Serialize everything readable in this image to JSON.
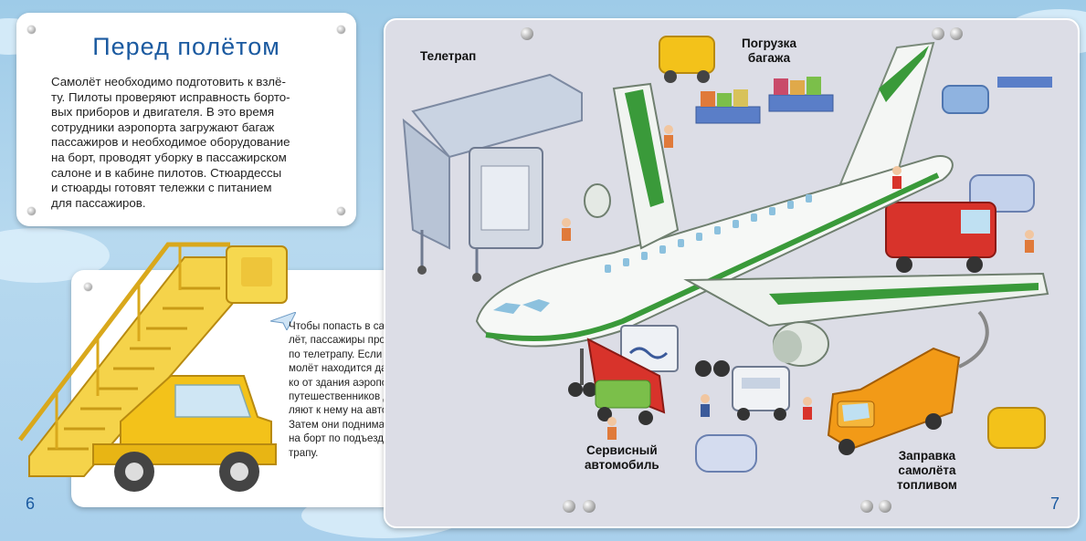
{
  "intro": {
    "title": "Перед полётом",
    "lines": [
      "Самолёт необходимо подготовить к взлё-",
      "ту. Пилоты проверяют исправность борто-",
      "вых приборов и двигателя. В это время",
      "сотрудники аэропорта загружают багаж",
      "пассажиров и необходимое оборудование",
      "на борт, проводят уборку в пассажирском",
      "салоне и в кабине пилотов. Стюардессы",
      "и стюарды готовят тележки с питанием",
      "для пассажиров."
    ]
  },
  "info": {
    "lines": [
      "Чтобы попасть в само-",
      "лёт, пассажиры проходят",
      "по телетрапу. Если са-",
      "молёт находится дале-",
      "ко от здания аэропорта,",
      "путешественников достав-",
      "ляют к нему на автобусе.",
      "Затем они поднимаются",
      "на борт по подъездному",
      "трапу."
    ]
  },
  "labels": {
    "teletrap": "Телетрап",
    "baggage_1": "Погрузка",
    "baggage_2": "багажа",
    "service_1": "Сервисный",
    "service_2": "автомобиль",
    "fuel_1": "Заправка",
    "fuel_2": "самолёта",
    "fuel_3": "топливом"
  },
  "pages": {
    "left": "6",
    "right": "7"
  },
  "colors": {
    "title_blue": "#1b5aa0",
    "plane_green": "#3a9a3a",
    "vehicle_yellow": "#f3c21a",
    "fuel_truck_orange": "#f29a17",
    "service_truck_red": "#d8332b"
  }
}
